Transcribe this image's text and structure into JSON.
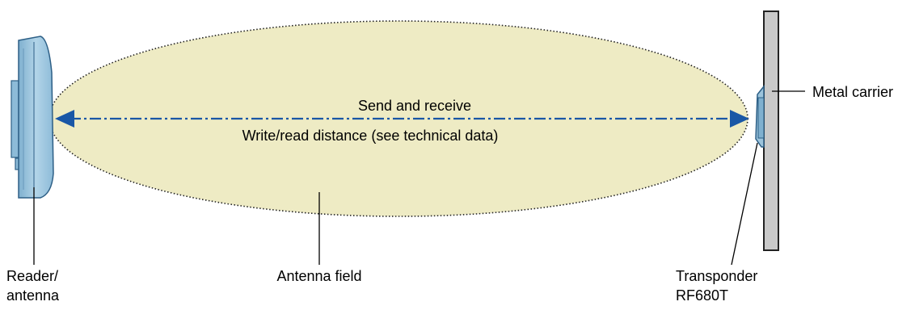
{
  "labels": {
    "send_receive": "Send and receive",
    "distance": "Write/read distance (see technical data)",
    "metal_carrier": "Metal carrier",
    "reader_line1": "Reader/",
    "reader_line2": "antenna",
    "antenna_field": "Antenna field",
    "transponder_line1": "Transponder",
    "transponder_line2": "RF680T"
  },
  "colors": {
    "field_fill": "#eeebc4",
    "device_fill": "#9cc4dc",
    "device_stroke": "#2d5f86",
    "arrow": "#1957a6",
    "metal_fill": "#c9c9c9"
  }
}
